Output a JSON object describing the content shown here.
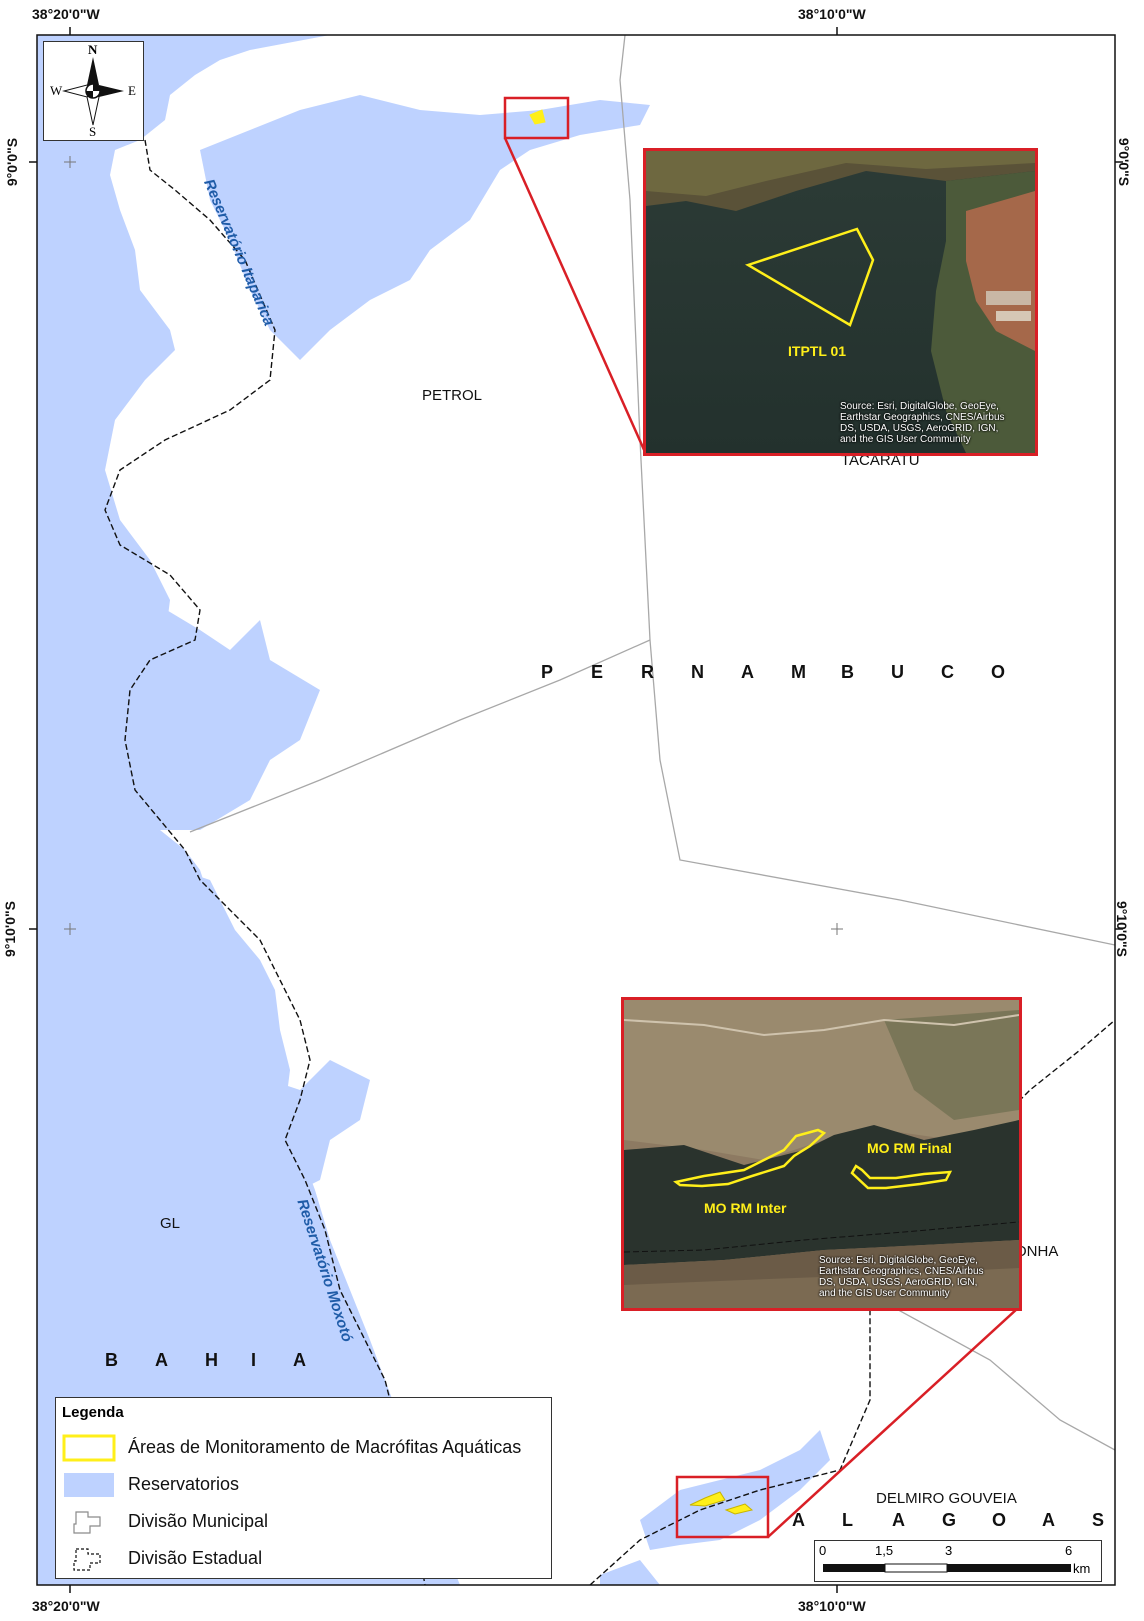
{
  "graticule": {
    "top_left": "38°20'0\"W",
    "top_right": "38°10'0\"W",
    "bottom_left": "38°20'0\"W",
    "bottom_right": "38°10'0\"W",
    "left_upper": "9°0'0\"S",
    "left_lower": "9°10'0\"S",
    "right_upper": "9°0'0\"S",
    "right_lower": "9°10'0\"S"
  },
  "north_arrow": {
    "n": "N",
    "s": "S",
    "e": "E",
    "w": "W"
  },
  "reservoirs": {
    "itaparica": "Reservatório Itaparica",
    "moxoto": "Reservatório Moxotó"
  },
  "municipalities": {
    "petrol": "PETROL",
    "tacaratu": "TACARATU",
    "gl": "GL",
    "onha": "ONHA",
    "delmiro": "DELMIRO GOUVEIA"
  },
  "states": {
    "pernambuco": [
      "P",
      "E",
      "R",
      "N",
      "A",
      "M",
      "B",
      "U",
      "C",
      "O"
    ],
    "bahia": [
      "B",
      "A",
      "H",
      "I",
      "A"
    ],
    "alagoas": [
      "A",
      "L",
      "A",
      "G",
      "O",
      "A",
      "S"
    ]
  },
  "inset_top": {
    "area_label": "ITPTL 01",
    "attribution": [
      "Source: Esri, DigitalGlobe, GeoEye,",
      "Earthstar Geographics, CNES/Airbus",
      "DS, USDA, USGS, AeroGRID, IGN,",
      "and the GIS User Community"
    ]
  },
  "inset_bottom": {
    "area_label_1": "MO RM Inter",
    "area_label_2": "MO RM Final",
    "attribution": [
      "Source: Esri, DigitalGlobe, GeoEye,",
      "Earthstar Geographics, CNES/Airbus",
      "DS, USDA, USGS, AeroGRID, IGN,",
      "and the GIS User Community"
    ]
  },
  "legend": {
    "title": "Legenda",
    "items": [
      {
        "label": "Áreas de Monitoramento de Macrófitas Aquáticas",
        "symbol": "yellow-outline"
      },
      {
        "label": "Reservatorios",
        "symbol": "blue-fill"
      },
      {
        "label": "Divisão Municipal",
        "symbol": "gray-outline"
      },
      {
        "label": "Divisão Estadual",
        "symbol": "black-dashed"
      }
    ]
  },
  "scale_bar": {
    "ticks": [
      "0",
      "1,5",
      "3",
      "6"
    ],
    "unit": "km"
  },
  "colors": {
    "water": "#bed2ff",
    "highlight": "#ffef1a",
    "inset_border": "#d91f26",
    "attribution_text": "#ffffff"
  }
}
